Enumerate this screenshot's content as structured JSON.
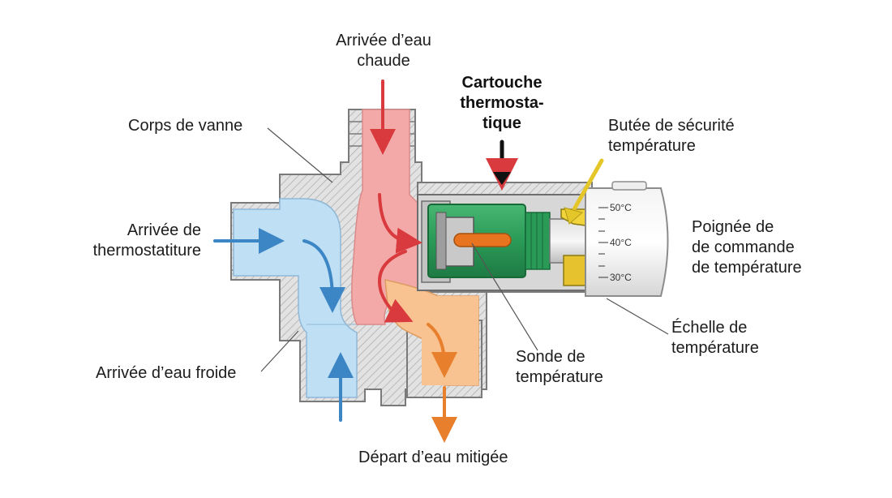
{
  "labels": {
    "hot_inlet": "Arrivée d’eau\nchaude",
    "valve_body": "Corps de vanne",
    "cartridge": "Cartouche\nthermosta-\ntique",
    "safety_stop": "Butée de sécurité\ntempérature",
    "thermostat_inlet": "Arrivée de\nthermostatiture",
    "handle": "Poignée de\nde commande\nde température",
    "scale": "Échelle de\ntempérature",
    "probe": "Sonde de\ntempérature",
    "cold_inlet": "Arrivée d’eau froide",
    "mixed_outlet": "Départ d’eau mitigée"
  },
  "scale_marks": [
    "50°C",
    "40°C",
    "30°C"
  ],
  "colors": {
    "hot": "#d93a3e",
    "hot_fill": "#f4a9a9",
    "cold": "#3d86c6",
    "cold_fill": "#bfe0f4",
    "mixed": "#e87f2d",
    "mixed_fill": "#f9c291",
    "cartridge": "#2a9a57",
    "stop": "#f1d43b",
    "body": "#dcdcdc",
    "probe": "#e8741f"
  }
}
